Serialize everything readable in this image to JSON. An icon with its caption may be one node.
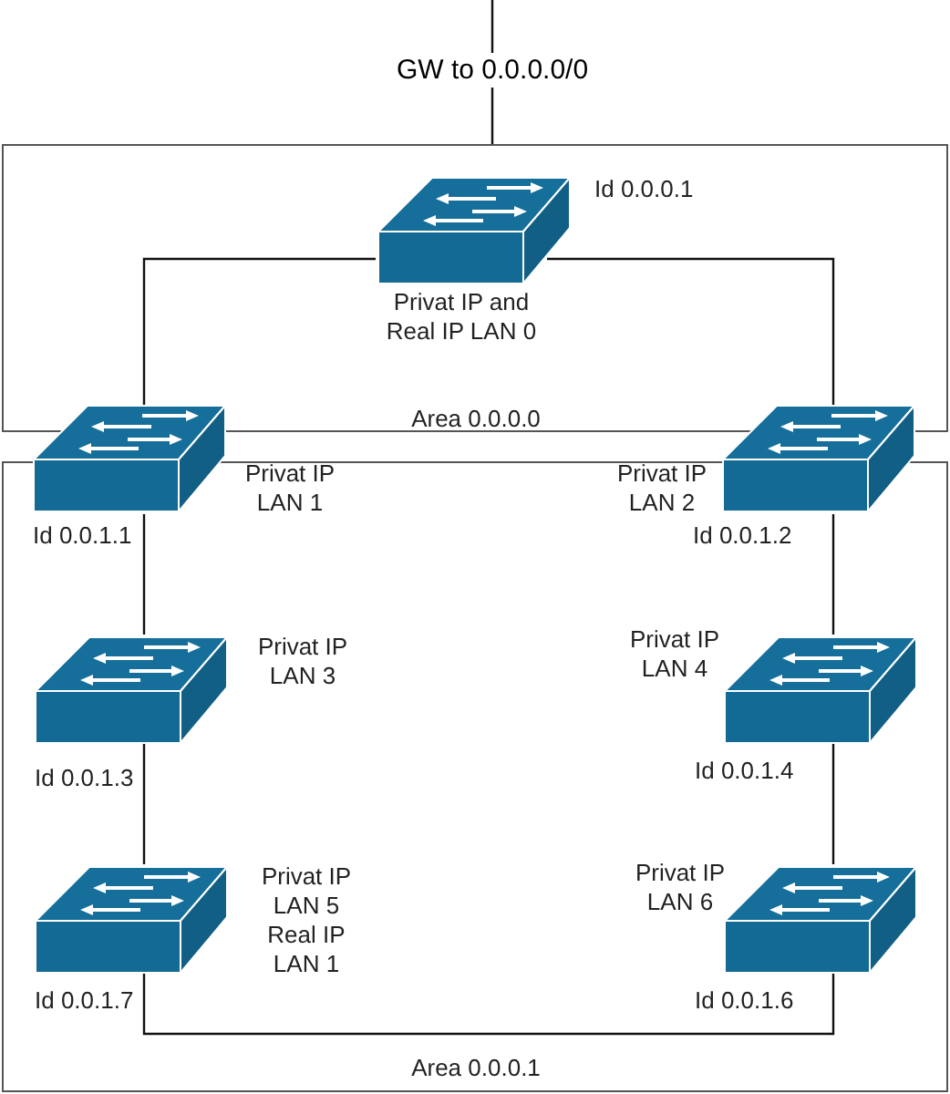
{
  "diagram": {
    "nodes": [
      {
        "text": [
          "Area 0.0.0.0"
        ]
      },
      {
        "text": [],
        "shape": "box",
        "in": 0,
        "beside": [
          "Id 0.0.0.1",
          "Privat IP and Real IP LAN 0"
        ]
      },
      {
        "text": [],
        "shape": "box",
        "beside": [
          "Privat IP LAN 1",
          "Id 0.0.1.1"
        ]
      },
      {
        "text": [],
        "shape": "box",
        "beside": [
          "Privat IP LAN 2",
          "Id 0.0.1.2"
        ]
      },
      {
        "text": [
          "Area 0.0.0.1"
        ]
      },
      {
        "text": [],
        "shape": "box",
        "in": 4,
        "beside": [
          "Privat IP LAN 3",
          "Id 0.0.1.3"
        ]
      },
      {
        "text": [],
        "shape": "box",
        "in": 4,
        "beside": [
          "Privat IP LAN 4",
          "Id 0.0.1.4"
        ]
      },
      {
        "text": [],
        "shape": "box",
        "in": 4,
        "beside": [
          "Privat IP LAN 5 Real IP LAN 1",
          "Id 0.0.1.7"
        ]
      },
      {
        "text": [],
        "shape": "box",
        "in": 4,
        "beside": [
          "Privat IP LAN 6",
          "Id 0.0.1.6"
        ]
      }
    ],
    "edges": [
      {
        "from": null,
        "to": 0,
        "arrow": "none",
        "label": "GW to 0.0.0.0/0"
      },
      {
        "from": 1,
        "to": 2,
        "arrow": "none"
      },
      {
        "from": 1,
        "to": 3,
        "arrow": "none"
      },
      {
        "from": 2,
        "to": 5,
        "arrow": "none"
      },
      {
        "from": 5,
        "to": 7,
        "arrow": "none"
      },
      {
        "from": 7,
        "to": 8,
        "arrow": "none"
      },
      {
        "from": 8,
        "to": 6,
        "arrow": "none"
      },
      {
        "from": 6,
        "to": 3,
        "arrow": "none"
      }
    ]
  }
}
